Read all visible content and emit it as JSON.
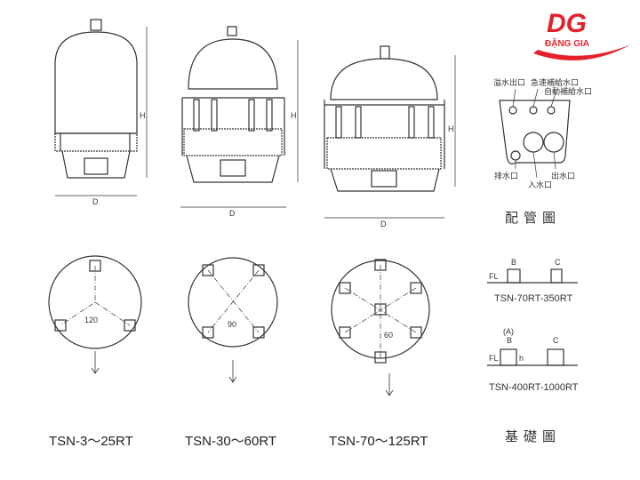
{
  "logo": {
    "mark": "DG",
    "text": "ĐẶNG GIA",
    "color": "#e3212b"
  },
  "models": [
    {
      "label": "TSN-3～25RT",
      "angle": "120"
    },
    {
      "label": "TSN-30～60RT",
      "angle": "90"
    },
    {
      "label": "TSN-70～125RT",
      "angle": "60"
    }
  ],
  "dimensions": {
    "height": "H",
    "diameter": "D"
  },
  "piping": {
    "title": "配管圖",
    "overflow_outlet": "溢水出口",
    "quick_makeup_inlet": "急速補給水口",
    "auto_makeup_inlet": "自動補給水口",
    "drain_outlet": "排水口",
    "water_inlet": "入水口",
    "water_outlet": "出水口"
  },
  "foundation": {
    "title": "基礎圖",
    "floor_label": "FL",
    "small_range": "TSN-70RT-350RT",
    "large_range": "TSN-400RT-1000RT",
    "note": "(A)",
    "b": "B",
    "c": "C",
    "h": "h"
  }
}
